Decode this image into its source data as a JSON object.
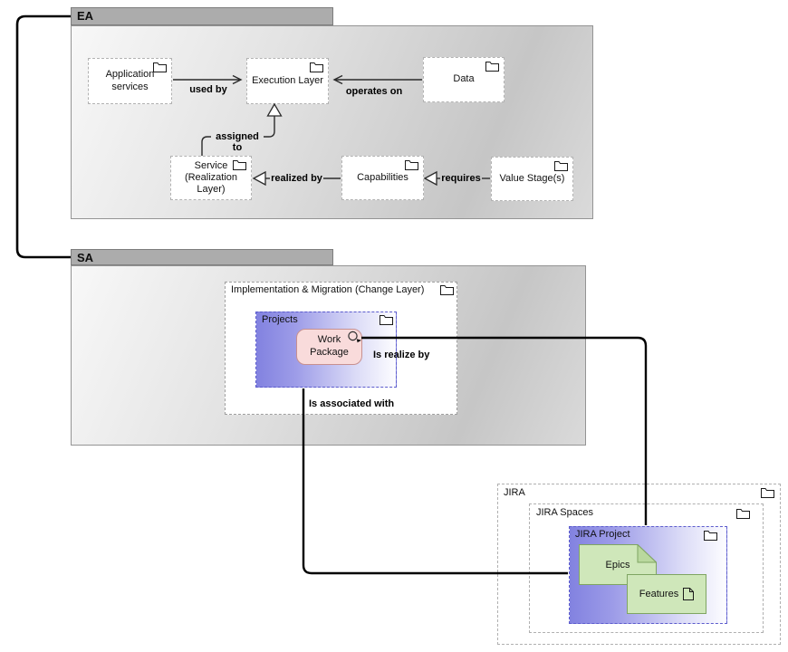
{
  "ea": {
    "title": "EA",
    "nodes": {
      "application_services": "Application services",
      "execution_layer": "Execution Layer",
      "data": "Data",
      "service_realization": "Service (Realization Layer)",
      "capabilities": "Capabilities",
      "value_stages": "Value Stage(s)"
    },
    "relations": {
      "used_by": "used by",
      "operates_on": "operates on",
      "assigned_to": "assigned to",
      "realized_by": "realized by",
      "requires": "requires"
    }
  },
  "sa": {
    "title": "SA",
    "implementation_migration": "Implementation & Migration (Change Layer)",
    "projects": "Projects",
    "work_package": "Work Package"
  },
  "jira": {
    "title": "JIRA",
    "spaces": "JIRA Spaces",
    "project": "JIRA Project",
    "epics": "Epics",
    "features": "Features"
  },
  "connectors": {
    "is_realize_by": "Is realize by",
    "is_associated_with": "Is associated with"
  },
  "icons": {
    "folder": "folder-icon",
    "document": "document-icon",
    "composite_link": "circular-arrow-icon"
  },
  "colors": {
    "package_header": "#acacac",
    "package_body_dark": "#c6c6c6",
    "blue_gradient_left": "#8282e0",
    "blue_border": "#5c5ccd",
    "work_package_fill": "#f9dbdb",
    "work_package_border": "#c79090",
    "green_fill": "#cfe7ba",
    "green_border": "#7fa562",
    "connector": "#000000"
  }
}
